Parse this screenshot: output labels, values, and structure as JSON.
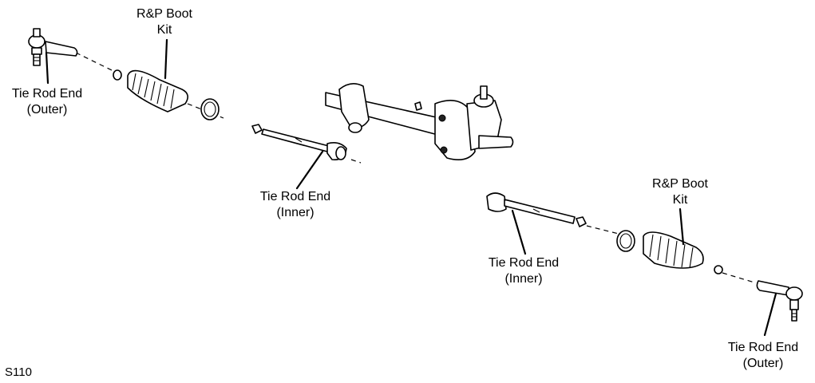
{
  "labels": {
    "outer_left": [
      "Tie Rod End",
      "(Outer)"
    ],
    "boot_left": [
      "R&P Boot",
      "Kit"
    ],
    "inner_left": [
      "Tie Rod End",
      "(Inner)"
    ],
    "inner_right": [
      "Tie Rod End",
      "(Inner)"
    ],
    "boot_right": [
      "R&P Boot",
      "Kit"
    ],
    "outer_right": [
      "Tie Rod End",
      "(Outer)"
    ]
  },
  "figure_id": "S110"
}
